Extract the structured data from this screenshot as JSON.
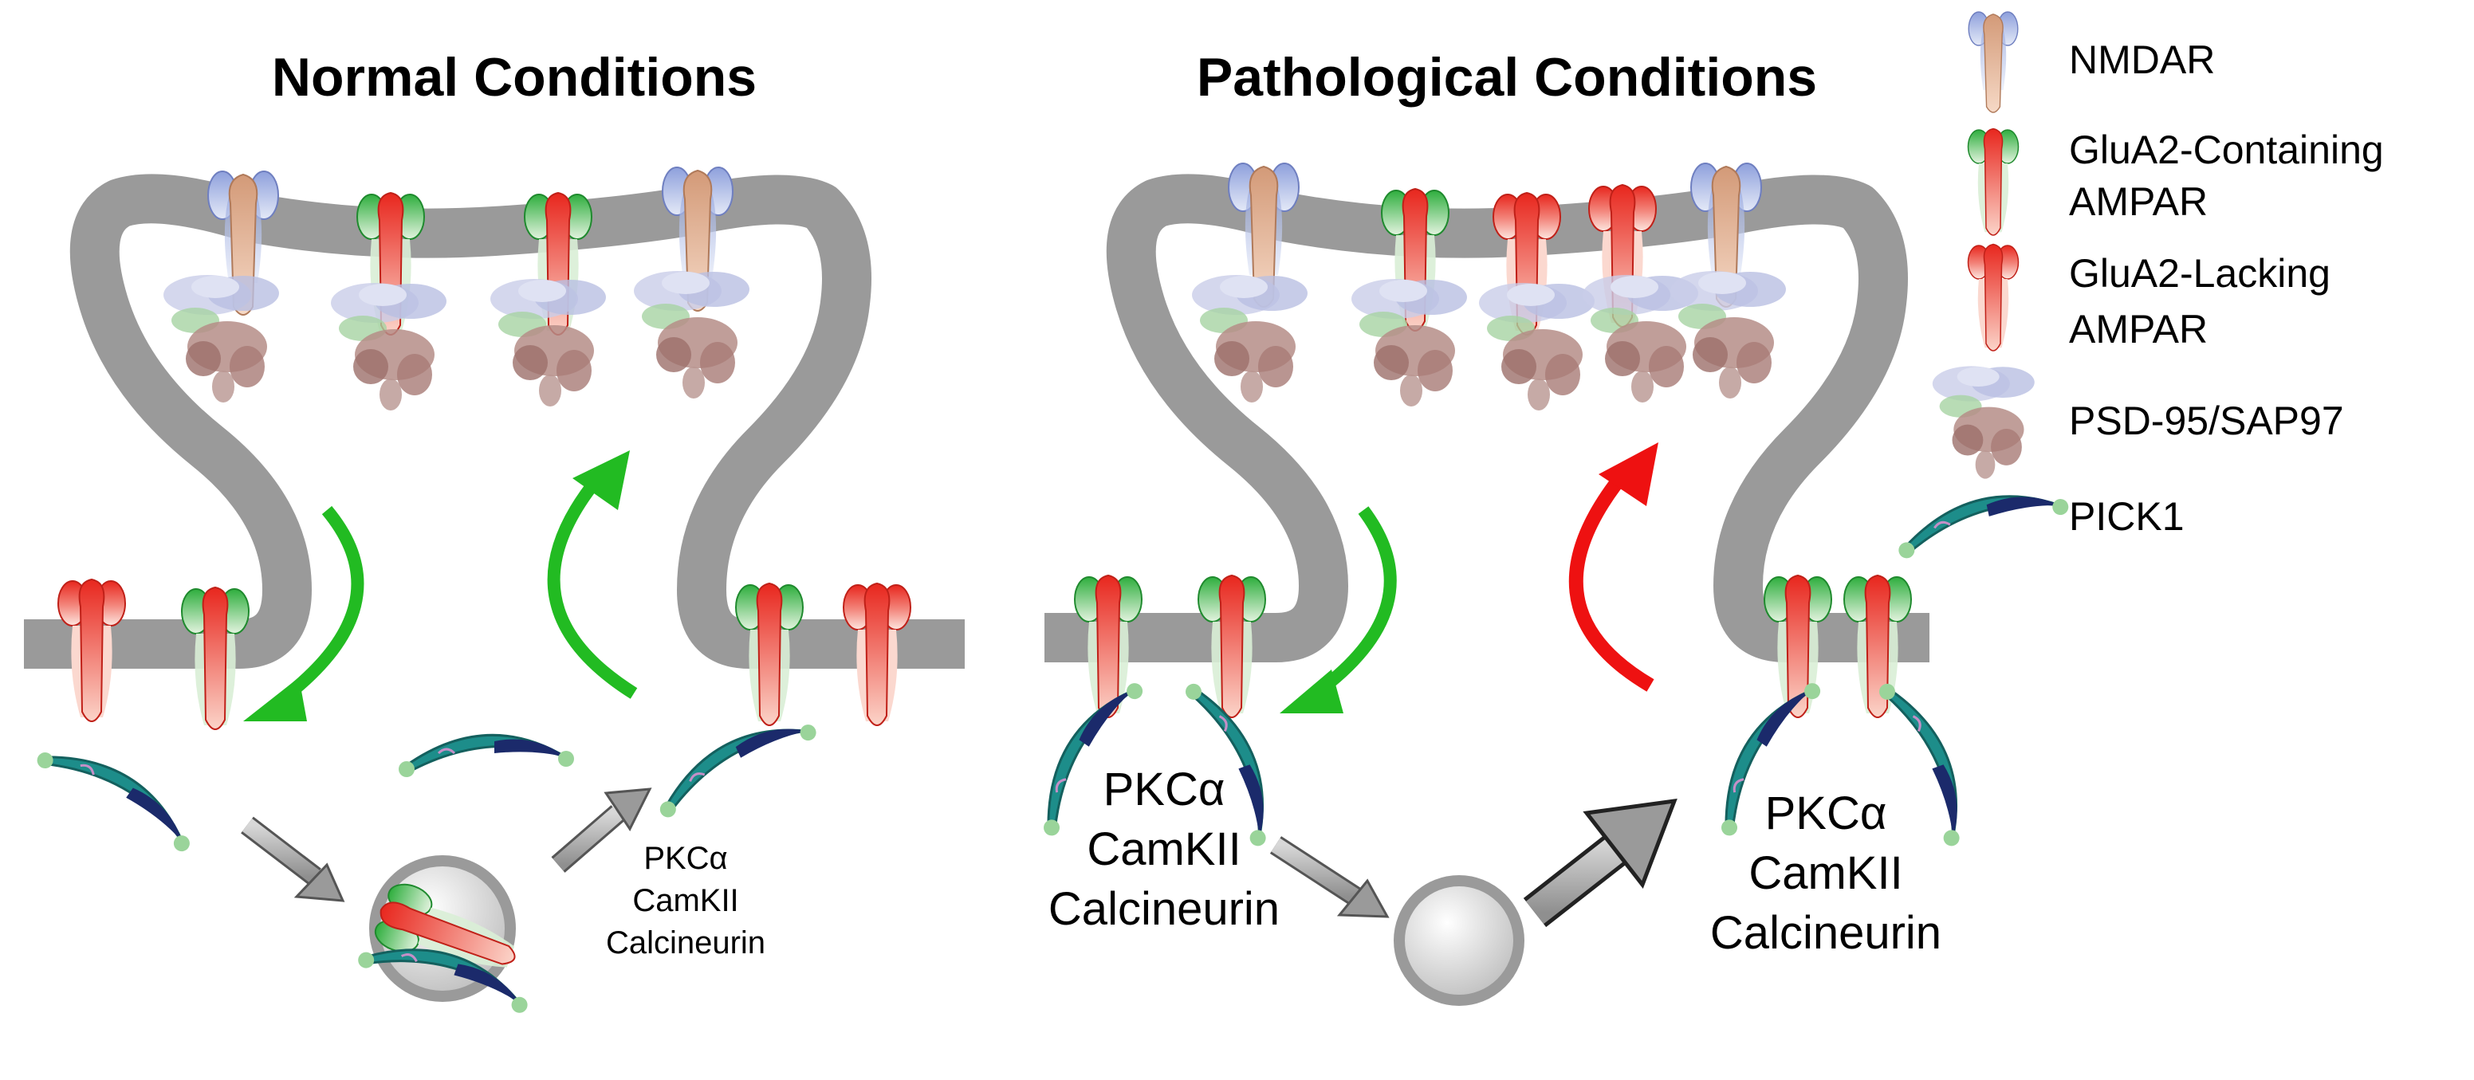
{
  "titles": {
    "normal": "Normal Conditions",
    "pathological": "Pathological Conditions"
  },
  "legend": {
    "nmdar": "NMDAR",
    "glua2_containing": [
      "GluA2-Containing",
      "AMPAR"
    ],
    "glua2_lacking": [
      "GluA2-Lacking",
      "AMPAR"
    ],
    "psd95": "PSD-95/SAP97",
    "pick1": "PICK1"
  },
  "kinase_labels": {
    "normal": [
      "PKCα",
      "CamKII",
      "Calcineurin"
    ],
    "path_left": [
      "PKCα",
      "CamKII",
      "Calcineurin"
    ],
    "path_right": [
      "PKCα",
      "CamKII",
      "Calcineurin"
    ]
  },
  "colors": {
    "membrane": "#9a9a9a",
    "green_arrow": "#22bb22",
    "red_arrow": "#ee1111",
    "nmdar_blue": "#a9b7e6",
    "nmdar_tan": "#e5b18f",
    "ampar_red": "#e8271e",
    "ampar_green": "#2fae3e",
    "pick1_teal": "#1d8d8a",
    "pick1_navy": "#1b2a6b"
  }
}
